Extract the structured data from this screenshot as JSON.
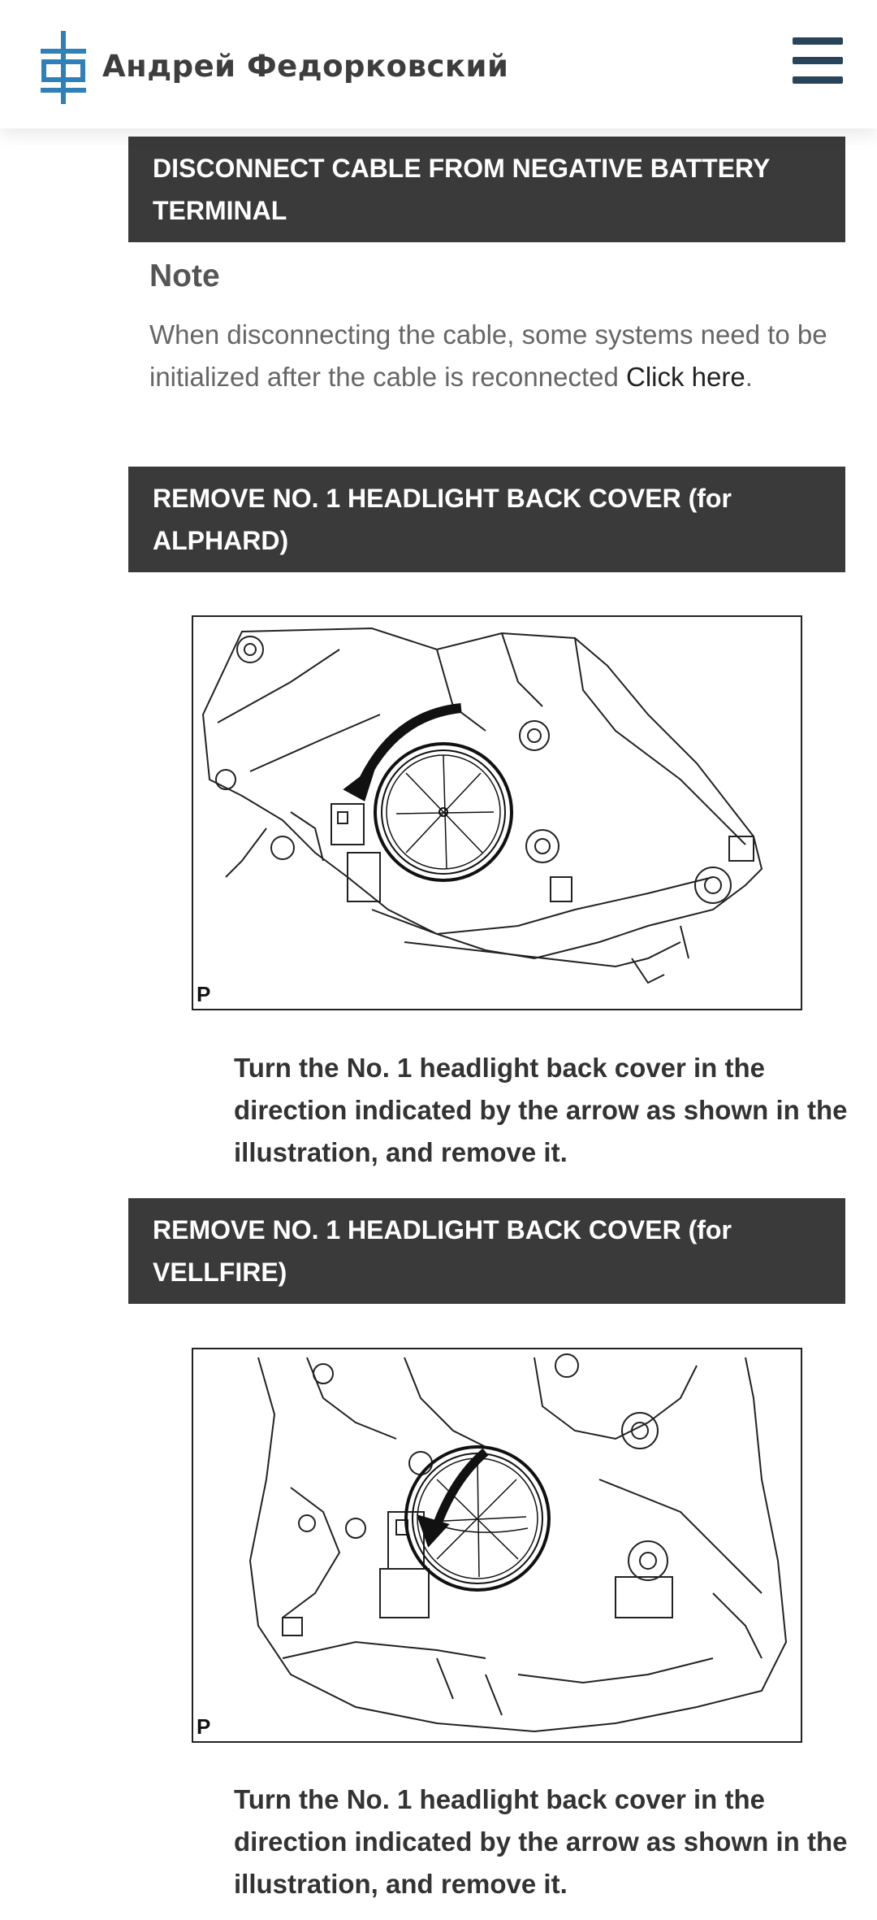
{
  "header": {
    "brand": "Андрей Федорковский",
    "logo_icon": "logo-icon",
    "menu_icon": "hamburger-menu-icon"
  },
  "colors": {
    "section_bar": "#3a3a3a",
    "logo_blue": "#2f7fb8",
    "menu_navy": "#27445a"
  },
  "sections": [
    {
      "title": "DISCONNECT CABLE FROM NEGATIVE BATTERY TERMINAL"
    },
    {
      "title": "REMOVE NO. 1 HEADLIGHT BACK COVER (for ALPHARD)"
    },
    {
      "title": "REMOVE NO. 1 HEADLIGHT BACK COVER (for VELLFIRE)"
    }
  ],
  "note": {
    "title": "Note",
    "body": "When disconnecting the cable, some systems need to be initialized after the cable is reconnected",
    "link": "Click here"
  },
  "figures": [
    {
      "mark": "P",
      "caption": "Turn the No. 1 headlight back cover in the direction indicated by the arrow as shown in the illustration, and remove it."
    },
    {
      "mark": "P",
      "caption": "Turn the No. 1 headlight back cover in the direction indicated by the arrow as shown in the illustration, and remove it."
    }
  ]
}
